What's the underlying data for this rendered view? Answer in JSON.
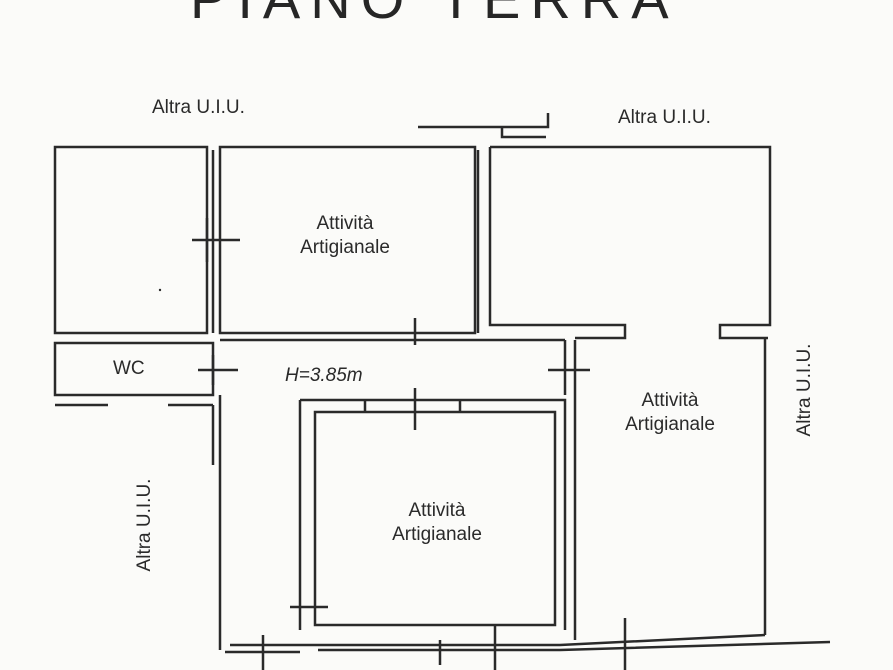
{
  "title": "PIANO TERRA",
  "labels": {
    "other_unit_top_left": "Altra U.I.U.",
    "other_unit_top_right": "Altra U.I.U.",
    "other_unit_left": "Altra U.I.U.",
    "other_unit_right": "Altra U.I.U.",
    "room_top_line1": "Attività",
    "room_top_line2": "Artigianale",
    "room_right_line1": "Attività",
    "room_right_line2": "Artigianale",
    "room_bottom_line1": "Attività",
    "room_bottom_line2": "Artigianale",
    "wc": "WC",
    "height": "H=3.85m"
  },
  "colors": {
    "ink": "#2a2a2a",
    "paper": "#fbfbf9"
  }
}
